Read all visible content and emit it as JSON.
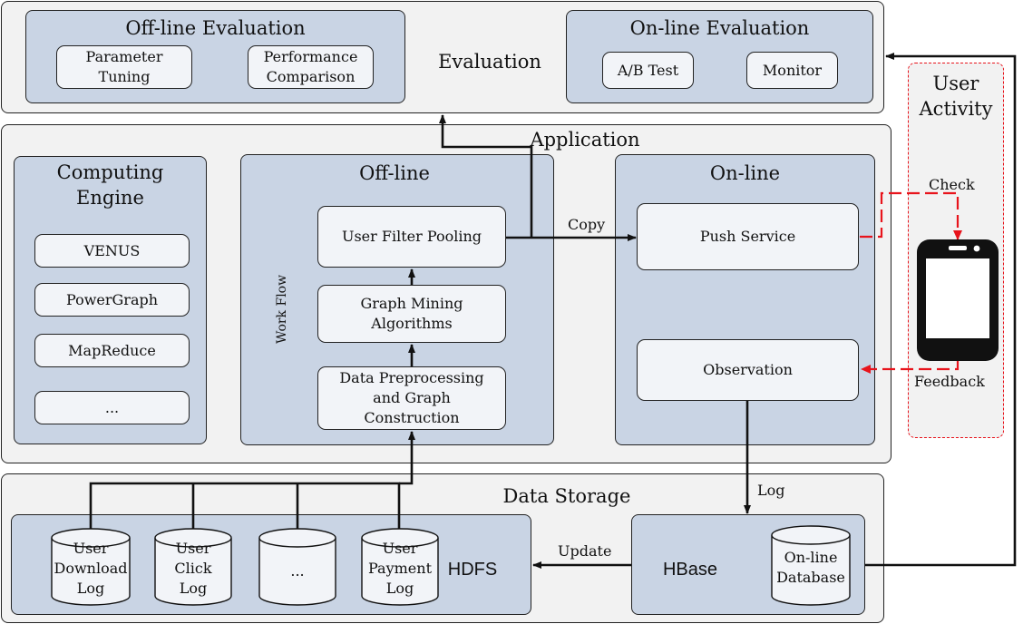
{
  "evaluation": {
    "title": "Evaluation",
    "offline": {
      "title": "Off-line Evaluation",
      "param": "Parameter\nTuning",
      "perf": "Performance\nComparison"
    },
    "online": {
      "title": "On-line Evaluation",
      "ab": "A/B Test",
      "monitor": "Monitor"
    }
  },
  "application": {
    "title": "Application",
    "engine": {
      "title": "Computing\nEngine",
      "items": [
        "VENUS",
        "PowerGraph",
        "MapReduce",
        "..."
      ]
    },
    "offline": {
      "title": "Off-line",
      "workflow": "Work Flow",
      "pool": "User Filter Pooling",
      "mining": "Graph Mining\nAlgorithms",
      "prep": "Data Preprocessing\nand Graph\nConstruction"
    },
    "online": {
      "title": "On-line",
      "push": "Push Service",
      "obs": "Observation"
    }
  },
  "user_activity": {
    "title": "User\nActivity",
    "check": "Check",
    "feedback": "Feedback"
  },
  "storage": {
    "title": "Data Storage",
    "hdfs": "HDFS",
    "logs": [
      "User\nDownload\nLog",
      "User\nClick\nLog",
      "...",
      "User\nPayment\nLog"
    ],
    "hbase": "HBase",
    "db": "On-line\nDatabase"
  },
  "edges": {
    "copy": "Copy",
    "log": "Log",
    "update": "Update"
  },
  "colors": {
    "group": "#c9d4e4",
    "panel": "#f2f2f2",
    "node": "#f2f4f8",
    "red": "#e8141c"
  }
}
